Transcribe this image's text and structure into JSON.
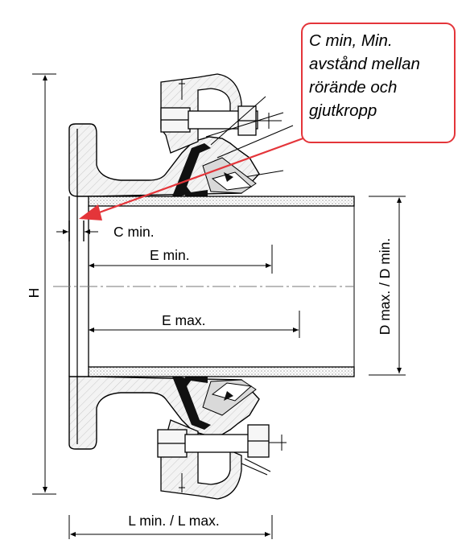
{
  "callout": {
    "lines": [
      "C min, Min.",
      "avstånd mellan",
      "rörände och",
      "gjutkropp"
    ]
  },
  "dimensions": {
    "c_min": "C min.",
    "e_min": "E min.",
    "e_max": "E max.",
    "h": "H",
    "d_range": "D max.  /  D min.",
    "l_range": "L min. / L max."
  },
  "colors": {
    "callout_border": "#e4353a",
    "arrow": "#e4353a",
    "pipe_fill": "#ffffff",
    "stipple": "#b8b8b8",
    "casting_fill": "#f2f2f2",
    "gasket": "#111111",
    "line": "#000000"
  }
}
